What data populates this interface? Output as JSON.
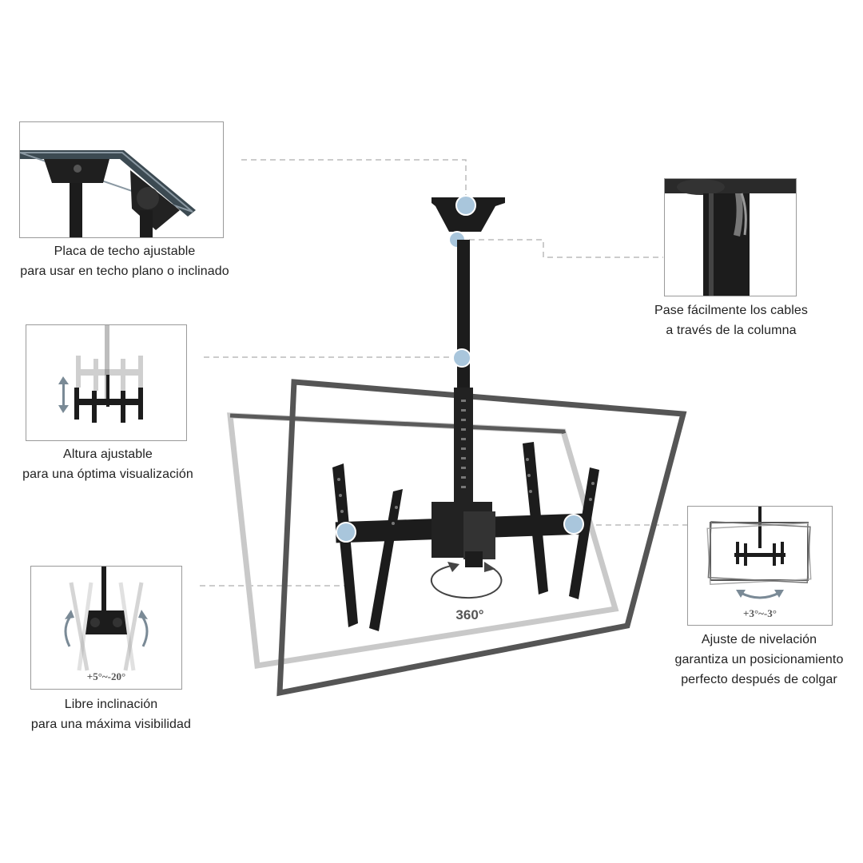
{
  "features": {
    "ceiling_plate": {
      "line1": "Placa de techo ajustable",
      "line2": "para usar en techo plano o inclinado"
    },
    "cables": {
      "line1": "Pase fácilmente los cables",
      "line2": "a través de la columna"
    },
    "height": {
      "line1": "Altura ajustable",
      "line2": "para una óptima visualización"
    },
    "leveling": {
      "line1": "Ajuste de nivelación",
      "line2": "garantiza un posicionamiento",
      "line3": "perfecto después de colgar",
      "angle_label": "+3°~-3°"
    },
    "tilt": {
      "line1": "Libre inclinación",
      "line2": "para una máxima visibilidad",
      "angle_label": "+5°~-20°"
    }
  },
  "main": {
    "rotation_label": "360°"
  },
  "colors": {
    "frame_dark": "#555555",
    "frame_light": "#c8c8c8",
    "metal": "#1c1c1c",
    "highlight": "#a9c6dc",
    "leader": "#bbbbbb",
    "inset_border": "#9a9a9a"
  }
}
